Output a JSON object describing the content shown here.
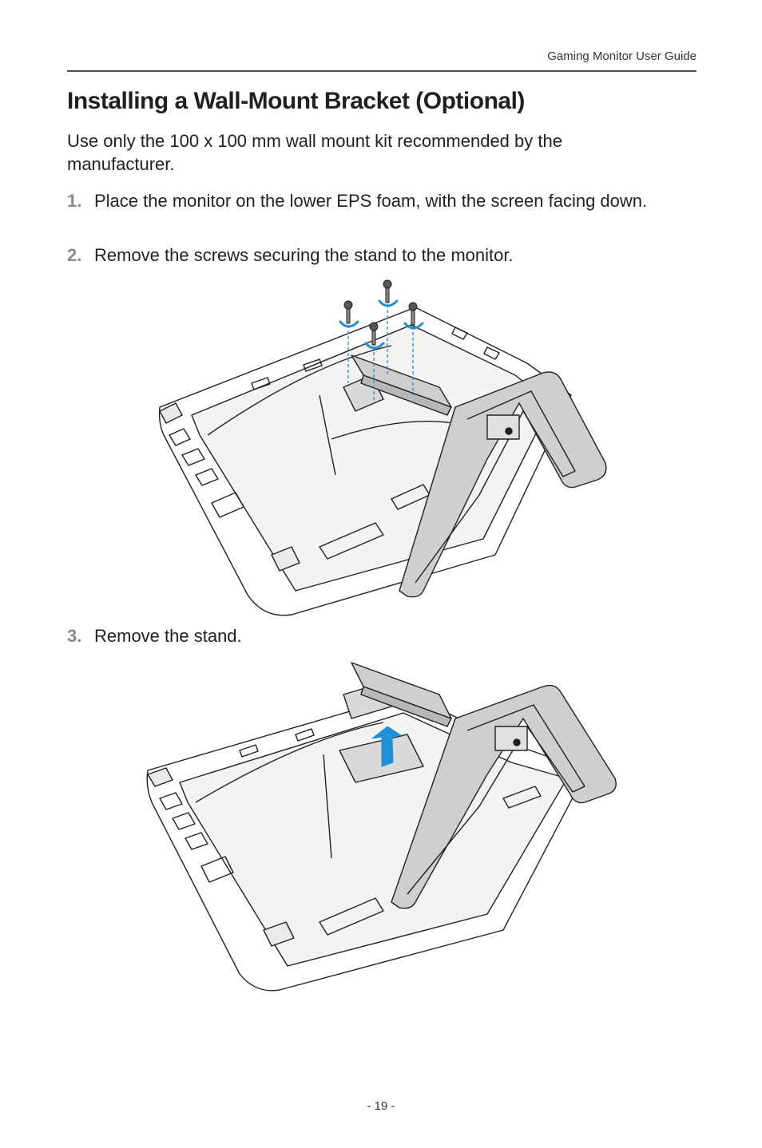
{
  "header": {
    "guide_title": "Gaming Monitor User Guide"
  },
  "section": {
    "title": "Installing a Wall-Mount Bracket (Optional)",
    "intro": "Use only the 100 x 100 mm wall mount kit recommended by the manufacturer."
  },
  "steps": [
    {
      "number": "1.",
      "text": "Place the monitor on the lower EPS foam, with the screen facing down."
    },
    {
      "number": "2.",
      "text": "Remove the screws securing the stand to the monitor."
    },
    {
      "number": "3.",
      "text": "Remove the stand."
    }
  ],
  "colors": {
    "accent_blue": "#1f8fd6",
    "stand_gray": "#cfcfcf",
    "line": "#231f20"
  },
  "footer": {
    "page_number": "- 19 -"
  }
}
